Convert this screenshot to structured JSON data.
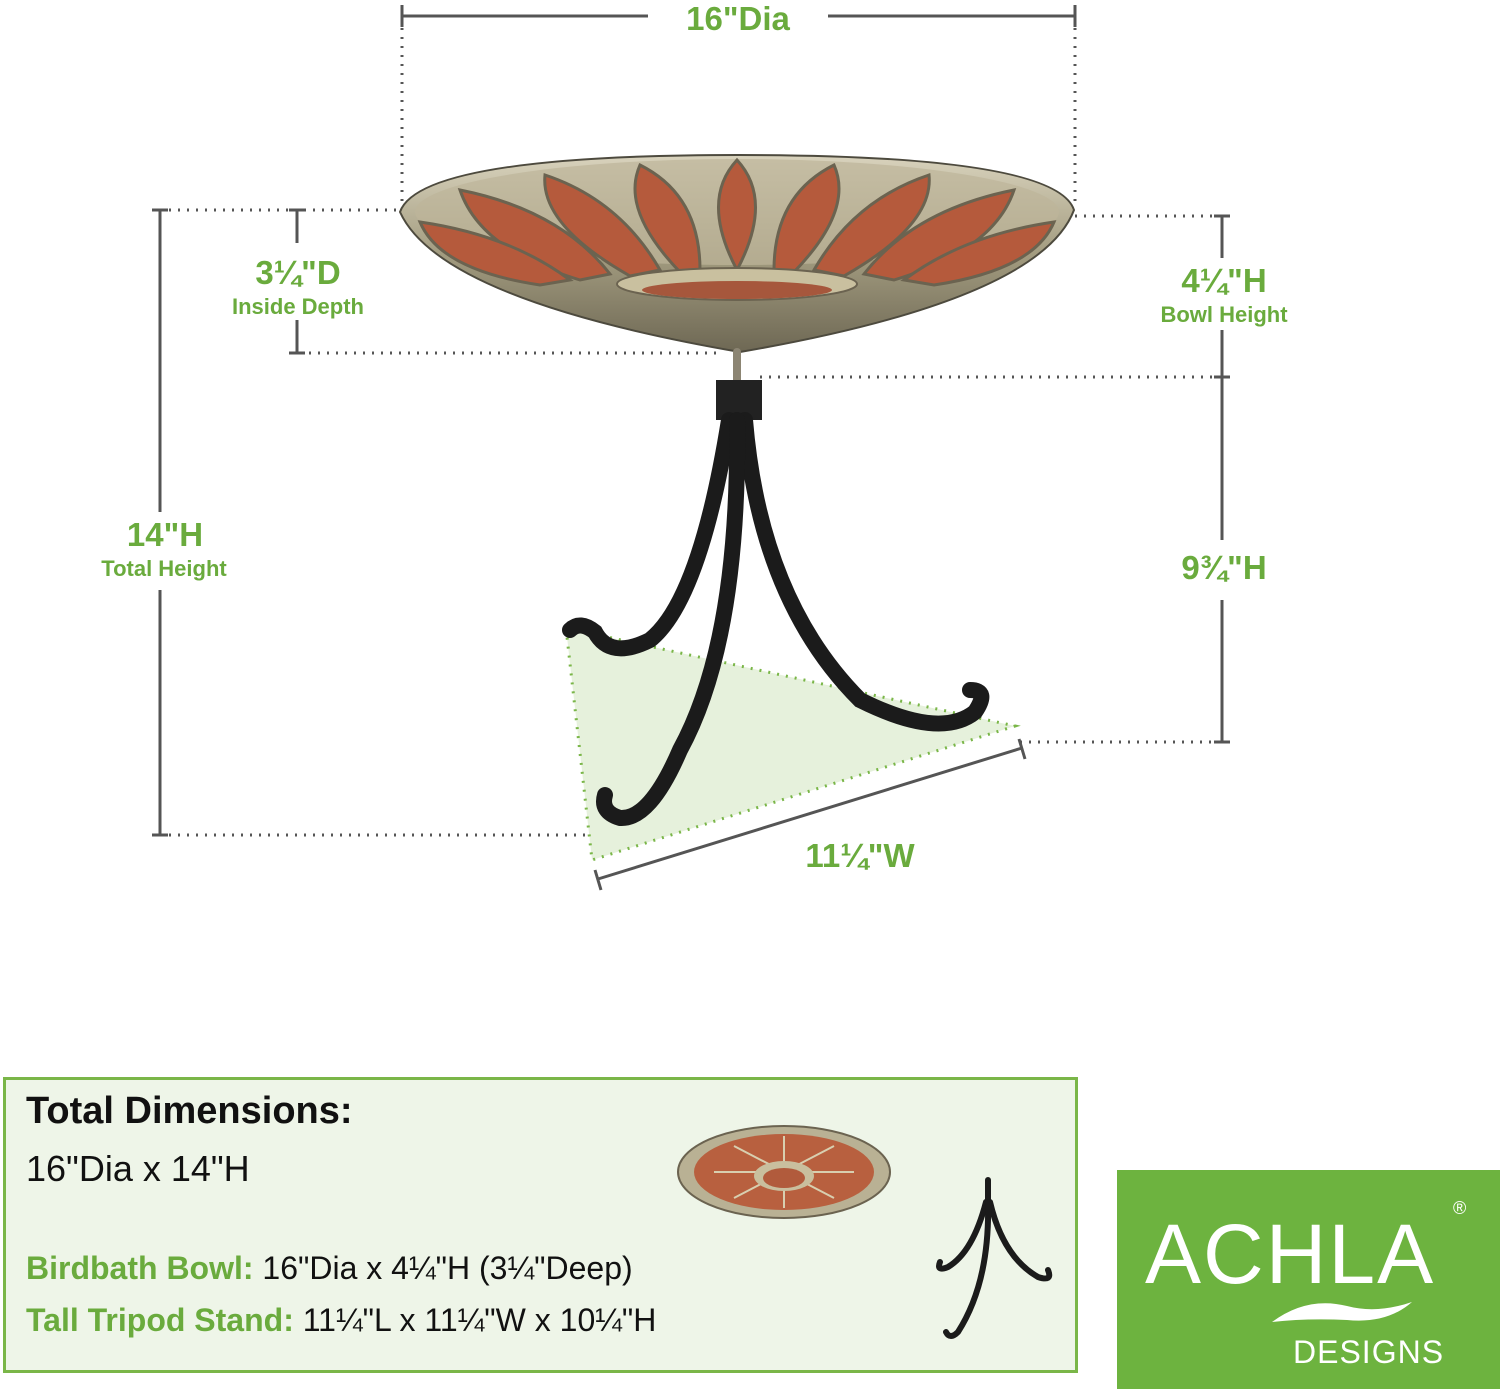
{
  "dimensions": {
    "diameter": "16\"Dia",
    "inside_depth_value": "3¼\"D",
    "inside_depth_label": "Inside Depth",
    "bowl_height_value": "4¼\"H",
    "bowl_height_label": "Bowl Height",
    "total_height_value": "14\"H",
    "total_height_label": "Total Height",
    "stand_height_value": "9¾\"H",
    "stand_width_value": "11¼\"W"
  },
  "summary": {
    "title": "Total Dimensions:",
    "total": "16\"Dia x 14\"H",
    "bowl_label": "Birdbath Bowl:",
    "bowl_value": " 16\"Dia x 4¼\"H (3¼\"Deep)",
    "stand_label": "Tall Tripod Stand:",
    "stand_value": " 11¼\"L x 11¼\"W x 10¼\"H"
  },
  "logo": {
    "word": "ACHLA",
    "registered": "®",
    "tagline": "DESIGNS"
  },
  "colors": {
    "accent_green": "#6aab3d",
    "guide_gray": "#555555",
    "bowl_brass": "#b5ad8f",
    "petal_copper": "#b55a3c",
    "stand_black": "#1b1b1b"
  }
}
